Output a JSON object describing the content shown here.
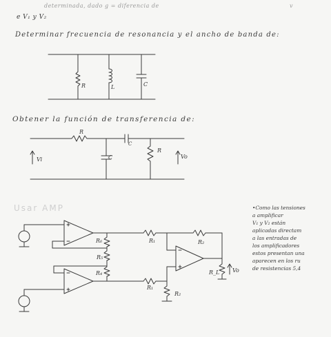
{
  "header": {
    "line1_faint": "determinada, dado g = diferencia de",
    "line1_end": "v",
    "line2": "e  V₁ y V₂"
  },
  "problem1": {
    "title": "Determinar frecuencia de resonancia y el ancho de banda de:",
    "labels": {
      "R": "R",
      "L": "L",
      "C": "C"
    }
  },
  "problem2": {
    "title": "Obtener la función de transferencia de:",
    "labels": {
      "R_series": "R",
      "C_series": "C",
      "C_shunt": "C",
      "R_shunt": "R",
      "Vi": "Vi",
      "Vo": "Vo"
    }
  },
  "problem3": {
    "faded_title": "Usar AMP",
    "labels": {
      "R6": "R₆",
      "R5": "R₅",
      "R4": "R₄",
      "R1": "R₁",
      "R2_top": "R₂",
      "R1_bottom": "R₁",
      "R2_bottom": "R₂",
      "RL": "R_L",
      "Vo": "Vo"
    },
    "note_lines": [
      "•Como las tensiones",
      "a amplificar",
      "V₁ y V₂ están",
      "aplicadas directam",
      "a las entradas de",
      "los amplificadores",
      "estos presentan una",
      "aparecen en los ru",
      "de resistencias 5,4"
    ]
  }
}
